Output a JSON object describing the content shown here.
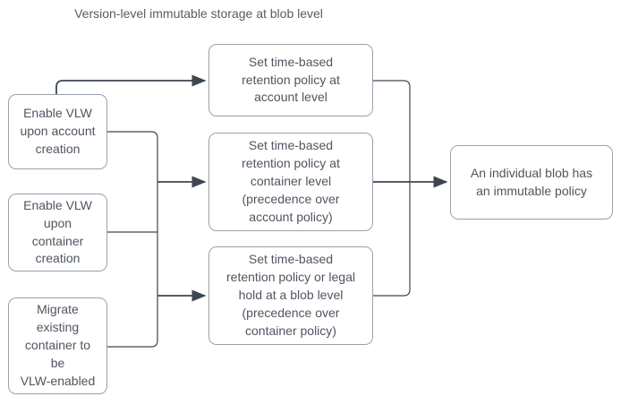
{
  "title": "Version-level immutable storage at blob level",
  "colors": {
    "background": "#ffffff",
    "node_fill": "#ffffff",
    "node_border": "#9aa1ab",
    "connector": "#3e4650",
    "text": "#4f5560",
    "title_text": "#565c66"
  },
  "nodes": {
    "enable_vlw_account": {
      "label": "Enable VLW\nupon account\ncreation"
    },
    "enable_vlw_container": {
      "label": "Enable VLW\nupon\ncontainer\ncreation"
    },
    "migrate_existing": {
      "label": "Migrate\nexisting\ncontainer to\nbe\nVLW-enabled"
    },
    "retention_account": {
      "label": "Set time-based\nretention policy at\naccount level"
    },
    "retention_container": {
      "label": "Set time-based\nretention policy at\ncontainer level\n(precedence over\naccount policy)"
    },
    "retention_blob": {
      "label": "Set time-based\nretention policy or legal\nhold at a blob level\n(precedence over\ncontainer policy)"
    },
    "blob_immutable": {
      "label": "An individual blob has\nan immutable policy"
    }
  },
  "edges": [
    {
      "from": "enable_vlw_account",
      "to": "retention_account"
    },
    {
      "from": "enable_vlw_account",
      "to": "retention_container"
    },
    {
      "from": "enable_vlw_container",
      "to": "retention_container"
    },
    {
      "from": "migrate_existing",
      "to": "retention_container"
    },
    {
      "from": "enable_vlw_account",
      "to": "retention_blob"
    },
    {
      "from": "enable_vlw_container",
      "to": "retention_blob"
    },
    {
      "from": "migrate_existing",
      "to": "retention_blob"
    },
    {
      "from": "retention_account",
      "to": "blob_immutable"
    },
    {
      "from": "retention_container",
      "to": "blob_immutable"
    },
    {
      "from": "retention_blob",
      "to": "blob_immutable"
    }
  ]
}
